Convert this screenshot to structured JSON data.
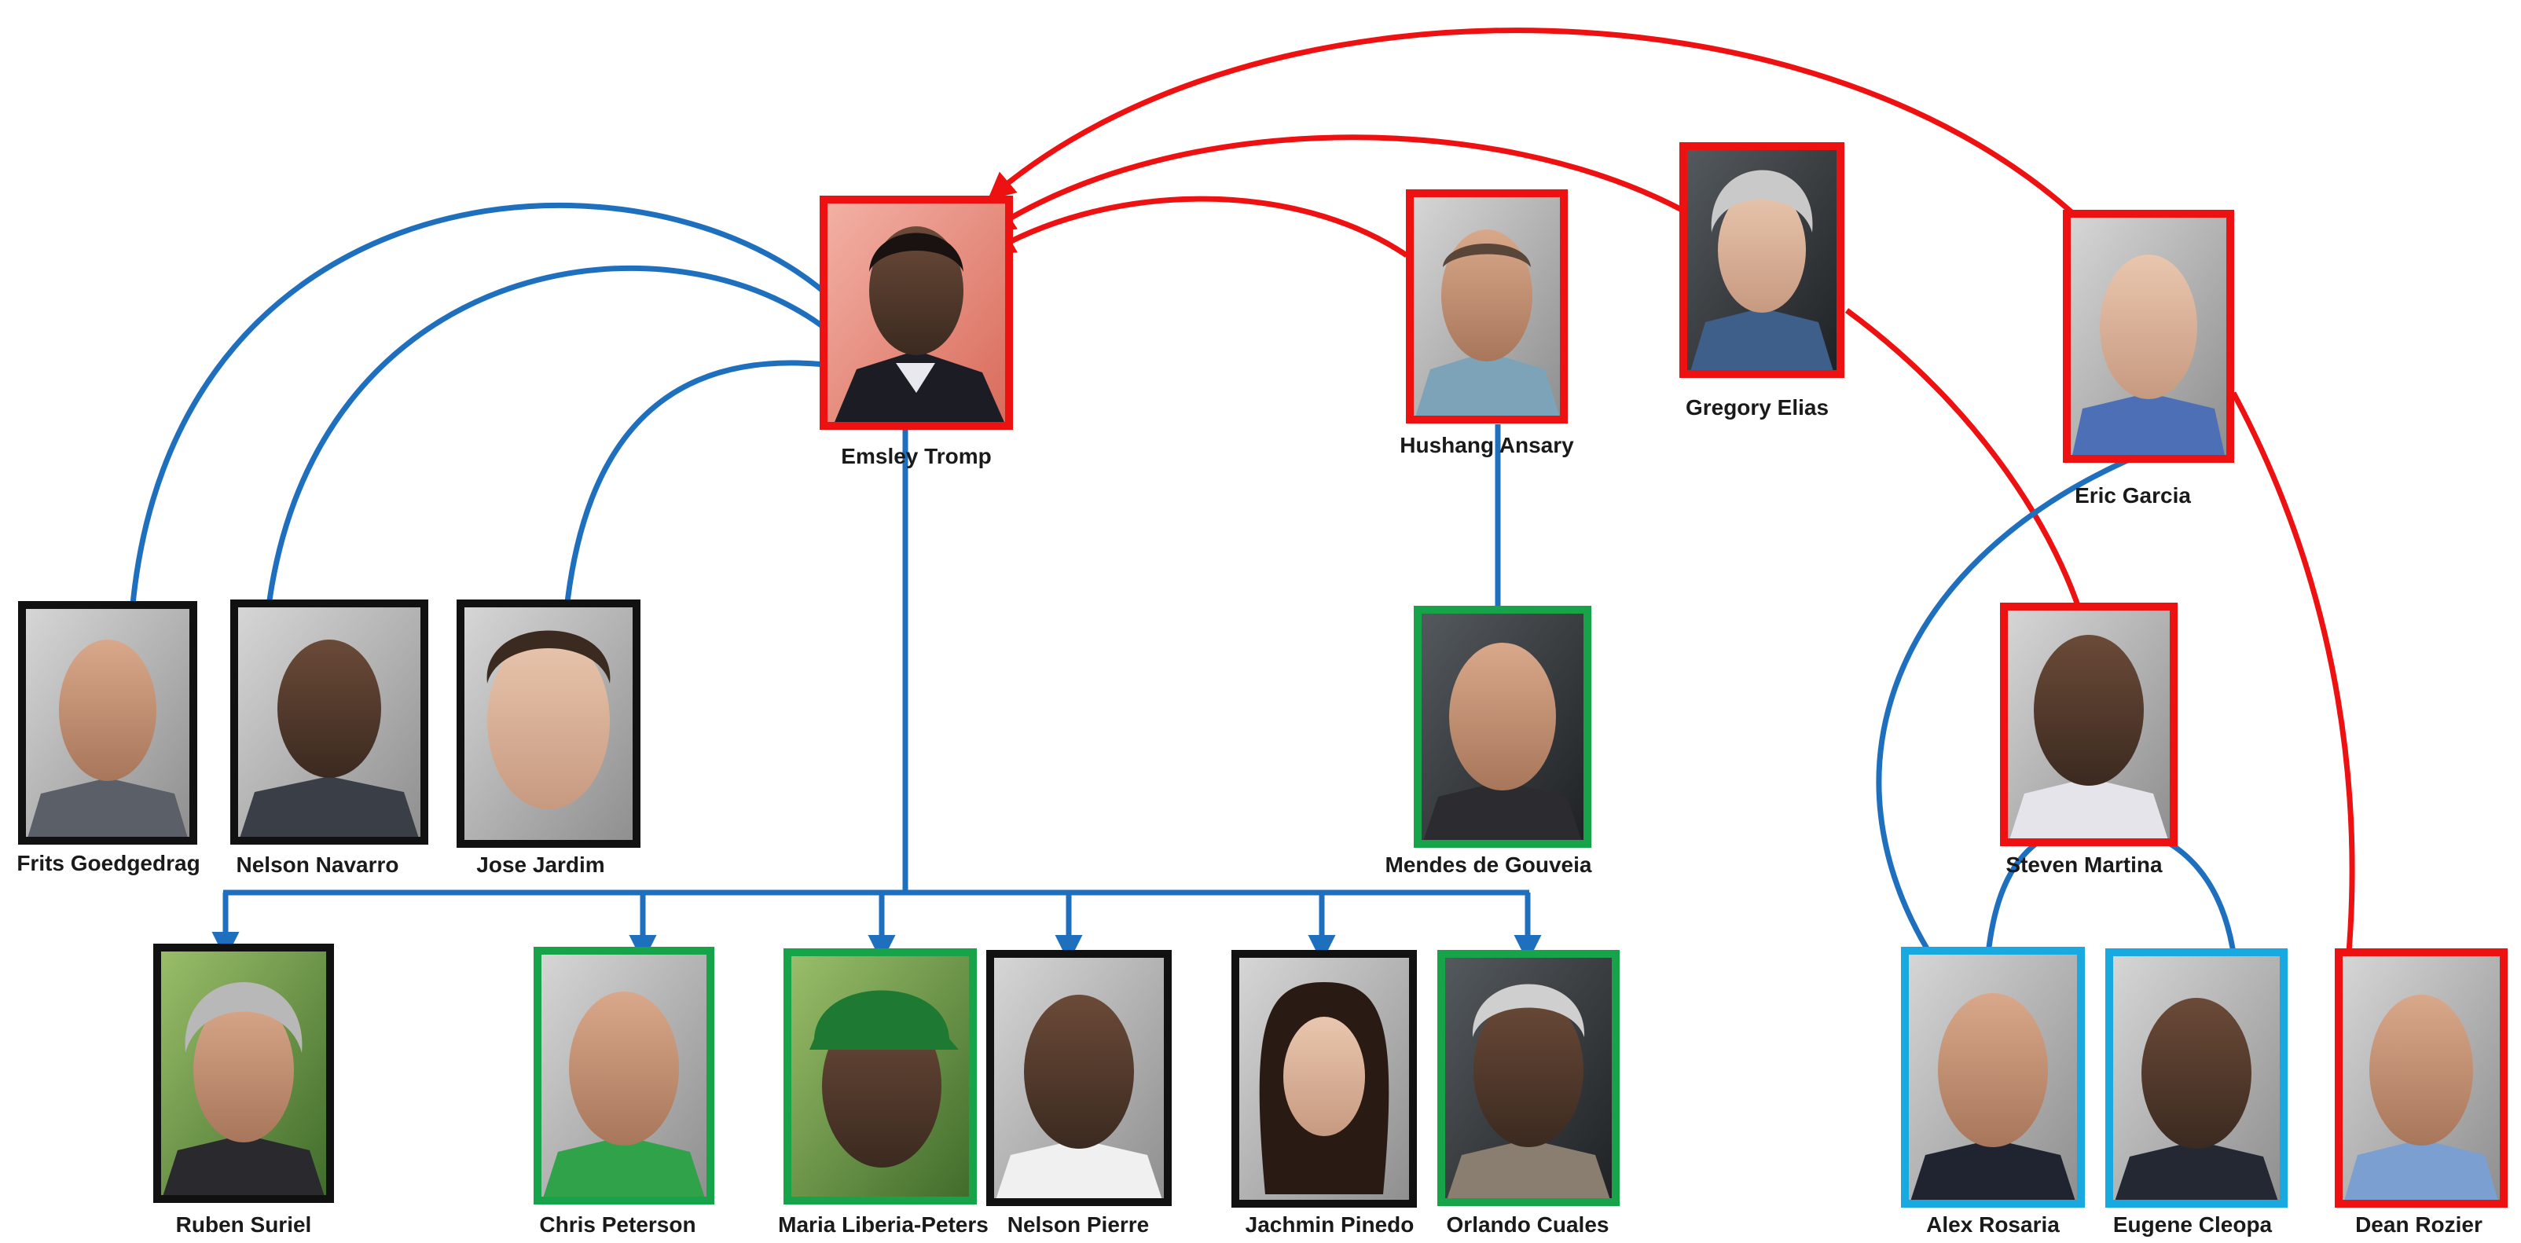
{
  "colors": {
    "red_link": "#ee1111",
    "blue_link": "#1f6fbf",
    "frame_red": "#ee1111",
    "frame_black": "#111111",
    "frame_green": "#17a34a",
    "frame_cyan": "#18a9e0"
  },
  "people": {
    "emsley_tromp": {
      "name": "Emsley Tromp",
      "frame": "red"
    },
    "hushang_ansary": {
      "name": "Hushang Ansary",
      "frame": "red"
    },
    "gregory_elias": {
      "name": "Gregory Elias",
      "frame": "red"
    },
    "eric_garcia": {
      "name": "Eric Garcia",
      "frame": "red"
    },
    "frits_goedgedrag": {
      "name": "Frits Goedgedrag",
      "frame": "black"
    },
    "nelson_navarro": {
      "name": "Nelson Navarro",
      "frame": "black"
    },
    "jose_jardim": {
      "name": "Jose Jardim",
      "frame": "black"
    },
    "mendes_de_gouveia": {
      "name": "Mendes de Gouveia",
      "frame": "green"
    },
    "steven_martina": {
      "name": "Steven Martina",
      "frame": "red"
    },
    "ruben_suriel": {
      "name": "Ruben Suriel",
      "frame": "black"
    },
    "chris_peterson": {
      "name": "Chris Peterson",
      "frame": "green"
    },
    "maria_liberia_peters": {
      "name": "Maria Liberia-Peters",
      "frame": "green"
    },
    "nelson_pierre": {
      "name": "Nelson Pierre",
      "frame": "black"
    },
    "jachmin_pinedo": {
      "name": "Jachmin Pinedo",
      "frame": "black"
    },
    "orlando_cuales": {
      "name": "Orlando Cuales",
      "frame": "green"
    },
    "alex_rosaria": {
      "name": "Alex Rosaria",
      "frame": "cyan"
    },
    "eugene_cleopa": {
      "name": "Eugene Cleopa",
      "frame": "cyan"
    },
    "dean_rozier": {
      "name": "Dean Rozier",
      "frame": "red"
    }
  },
  "links": {
    "red": [
      [
        "eric_garcia",
        "emsley_tromp"
      ],
      [
        "gregory_elias",
        "emsley_tromp"
      ],
      [
        "hushang_ansary",
        "emsley_tromp"
      ],
      [
        "gregory_elias",
        "steven_martina"
      ],
      [
        "eric_garcia",
        "dean_rozier"
      ]
    ],
    "blue": [
      [
        "emsley_tromp",
        "frits_goedgedrag"
      ],
      [
        "emsley_tromp",
        "nelson_navarro"
      ],
      [
        "emsley_tromp",
        "jose_jardim"
      ],
      [
        "emsley_tromp",
        "ruben_suriel"
      ],
      [
        "emsley_tromp",
        "chris_peterson"
      ],
      [
        "emsley_tromp",
        "maria_liberia_peters"
      ],
      [
        "emsley_tromp",
        "nelson_pierre"
      ],
      [
        "emsley_tromp",
        "jachmin_pinedo"
      ],
      [
        "emsley_tromp",
        "orlando_cuales"
      ],
      [
        "hushang_ansary",
        "mendes_de_gouveia"
      ],
      [
        "eric_garcia",
        "alex_rosaria"
      ],
      [
        "steven_martina",
        "alex_rosaria"
      ],
      [
        "steven_martina",
        "eugene_cleopa"
      ]
    ]
  }
}
